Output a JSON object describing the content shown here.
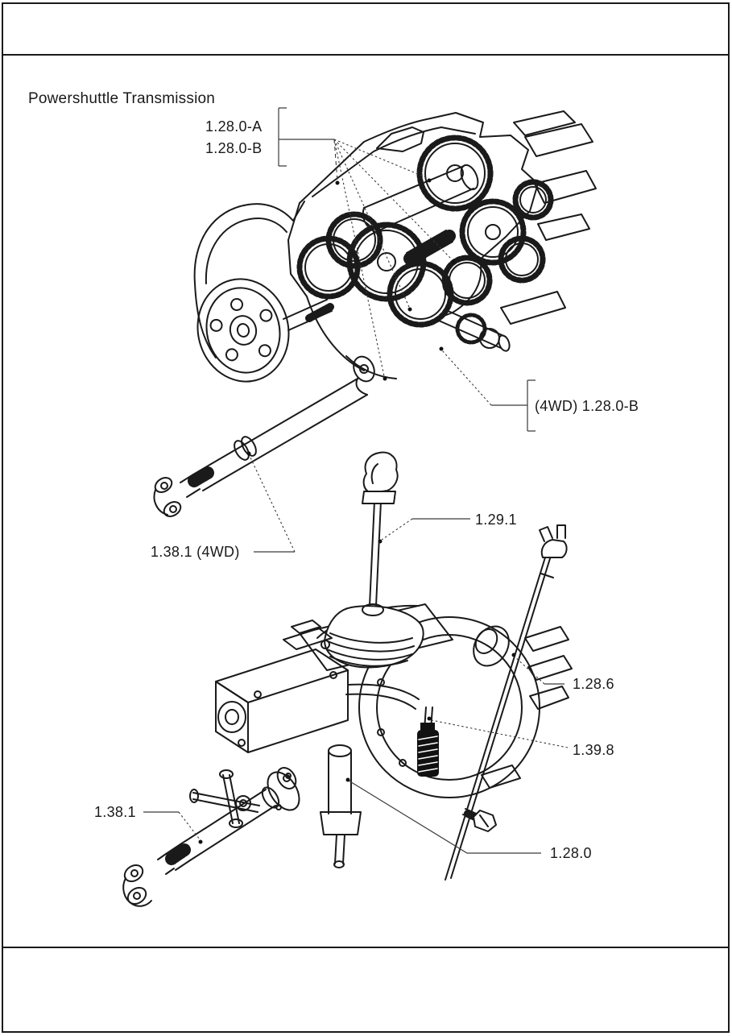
{
  "page": {
    "title": "Powershuttle Transmission"
  },
  "callouts": {
    "gearbox_a": "1.28.0-A",
    "gearbox_b": "1.28.0-B",
    "output_4wd": "(4WD) 1.28.0-B",
    "gear_lever": "1.29.1",
    "driveshaft_4wd": "1.38.1 (4WD)",
    "control_rod": "1.28.6",
    "solenoid": "1.39.8",
    "driveshaft": "1.38.1",
    "transmission": "1.28.0"
  },
  "colors": {
    "ink": "#1a1a1a",
    "leader": "#3a3a3a",
    "paper": "#ffffff"
  }
}
